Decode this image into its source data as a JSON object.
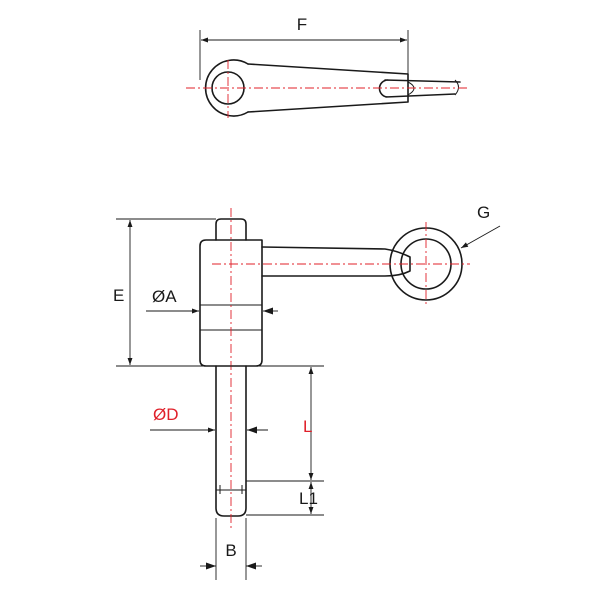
{
  "drawing": {
    "labels": {
      "F": "F",
      "G": "G",
      "E": "E",
      "A": "ØA",
      "D": "ØD",
      "L": "L",
      "L1": "L1",
      "B": "B"
    },
    "colors": {
      "outline": "#1a1a1a",
      "centerline": "#e0202a",
      "highlight_label": "#e0202a"
    }
  }
}
